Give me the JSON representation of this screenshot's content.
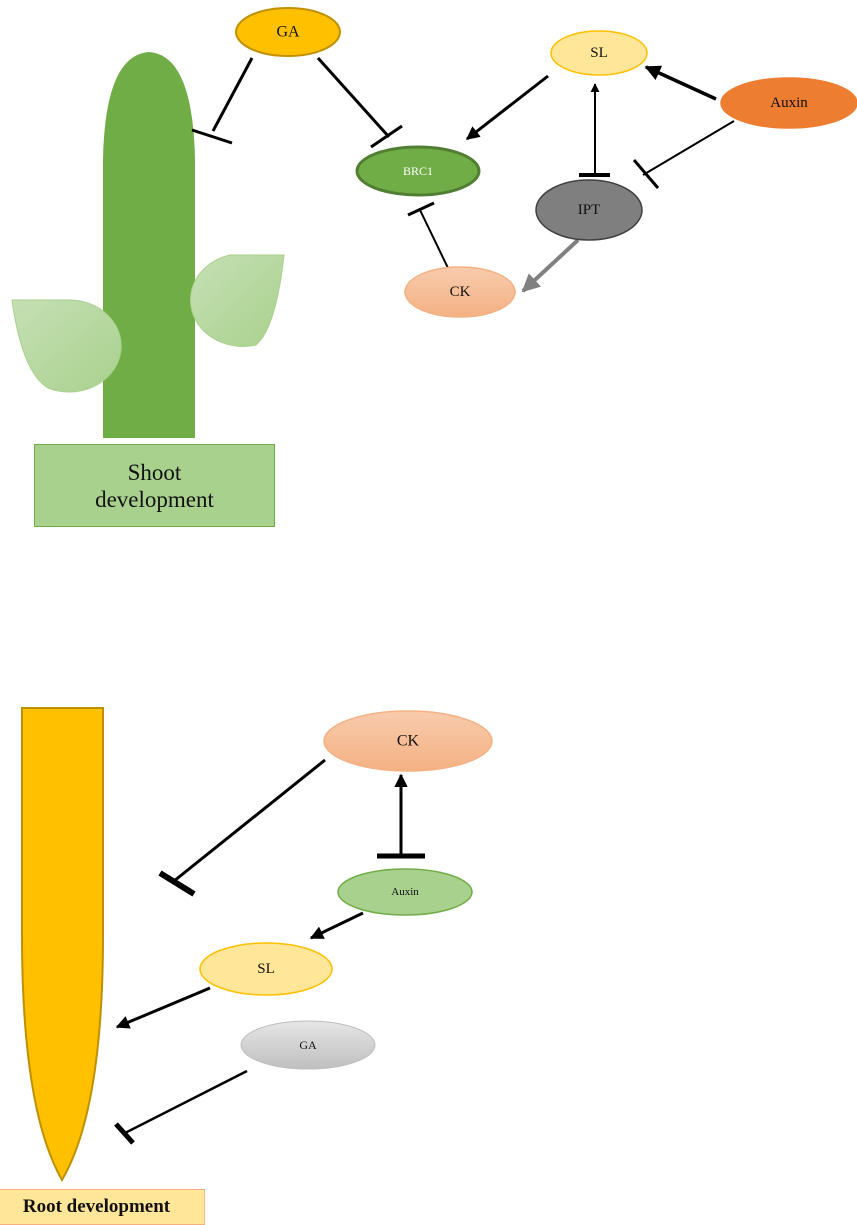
{
  "shoot_panel": {
    "caption": "Shoot development",
    "caption_line1": "Shoot",
    "caption_line2": "development",
    "nodes": {
      "ga": "GA",
      "sl": "SL",
      "auxin": "Auxin",
      "brc1": "BRC1",
      "ipt": "IPT",
      "ck": "CK"
    },
    "edges": [
      {
        "from": "GA",
        "to": "Shoot",
        "type": "inhibits"
      },
      {
        "from": "GA",
        "to": "BRC1",
        "type": "inhibits"
      },
      {
        "from": "SL",
        "to": "BRC1",
        "type": "promotes"
      },
      {
        "from": "SL",
        "to": "IPT",
        "type": "inhibits"
      },
      {
        "from": "Auxin",
        "to": "SL",
        "type": "promotes"
      },
      {
        "from": "Auxin",
        "to": "IPT",
        "type": "inhibits"
      },
      {
        "from": "IPT",
        "to": "CK",
        "type": "promotes"
      },
      {
        "from": "CK",
        "to": "BRC1",
        "type": "inhibits"
      }
    ]
  },
  "root_panel": {
    "caption": "Root development",
    "nodes": {
      "ck": "CK",
      "auxin": "Auxin",
      "sl": "SL",
      "ga": "GA"
    },
    "edges": [
      {
        "from": "CK",
        "to": "Root",
        "type": "inhibits"
      },
      {
        "from": "CK",
        "to": "Auxin",
        "type": "inhibits"
      },
      {
        "from": "Auxin",
        "to": "SL",
        "type": "promotes"
      },
      {
        "from": "SL",
        "to": "Root",
        "type": "promotes"
      },
      {
        "from": "GA",
        "to": "Root",
        "type": "inhibits"
      }
    ]
  },
  "colors": {
    "stem": "#70ad47",
    "leaf": "#a9d18e",
    "ga_shoot": "#ffc000",
    "sl": "#ffe699",
    "auxin_shoot": "#ed7d31",
    "brc1": "#70ad47",
    "ipt": "#7f7f7f",
    "ck": "#f4b183",
    "root": "#ffc000",
    "auxin_root": "#a9d18e",
    "ga_root": "#d0cece"
  }
}
